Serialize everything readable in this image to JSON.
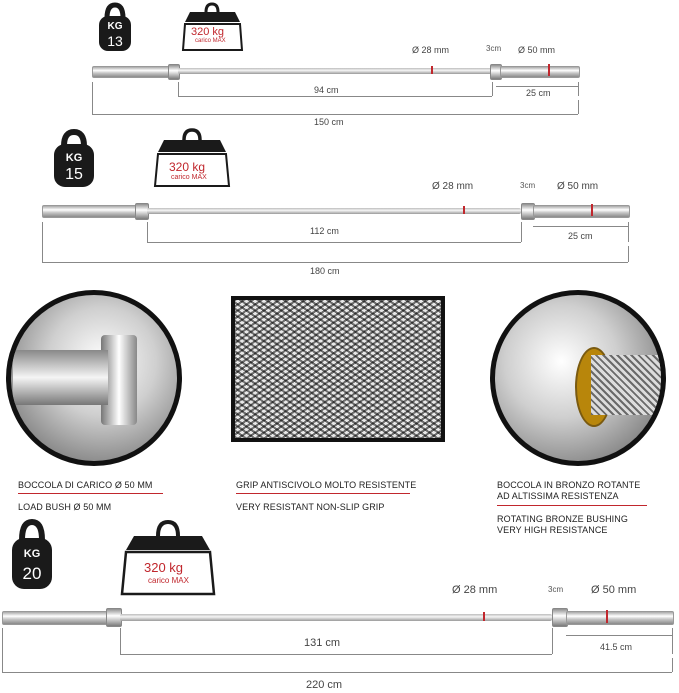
{
  "bars": [
    {
      "weight_label": "KG",
      "weight_value": "13",
      "load_value": "320 kg",
      "load_sub": "carico MAX",
      "grip_diameter": "Ø 28 mm",
      "collar_width": "3cm",
      "sleeve_diameter": "Ø 50 mm",
      "shaft_length": "94 cm",
      "sleeve_length": "25 cm",
      "total_length": "150 cm"
    },
    {
      "weight_label": "KG",
      "weight_value": "15",
      "load_value": "320 kg",
      "load_sub": "carico MAX",
      "grip_diameter": "Ø 28 mm",
      "collar_width": "3cm",
      "sleeve_diameter": "Ø 50 mm",
      "shaft_length": "112 cm",
      "sleeve_length": "25 cm",
      "total_length": "180 cm"
    },
    {
      "weight_label": "KG",
      "weight_value": "20",
      "load_value": "320 kg",
      "load_sub": "carico MAX",
      "grip_diameter": "Ø 28 mm",
      "collar_width": "3cm",
      "sleeve_diameter": "Ø 50 mm",
      "shaft_length": "131 cm",
      "sleeve_length": "41.5 cm",
      "total_length": "220 cm"
    }
  ],
  "features": [
    {
      "it": "BOCCOLA DI CARICO Ø 50 MM",
      "en": "LOAD BUSH Ø 50 MM"
    },
    {
      "it": "GRIP ANTISCIVOLO MOLTO RESISTENTE",
      "en": "VERY RESISTANT NON-SLIP GRIP"
    },
    {
      "it_line1": "BOCCOLA IN BRONZO ROTANTE",
      "it_line2": "AD ALTISSIMA RESISTENZA",
      "en_line1": "ROTATING BRONZE BUSHING",
      "en_line2": "VERY HIGH RESISTANCE"
    }
  ],
  "colors": {
    "accent_red": "#c1272d",
    "icon_black": "#1a1a1a",
    "bronze": "#b8860b"
  }
}
